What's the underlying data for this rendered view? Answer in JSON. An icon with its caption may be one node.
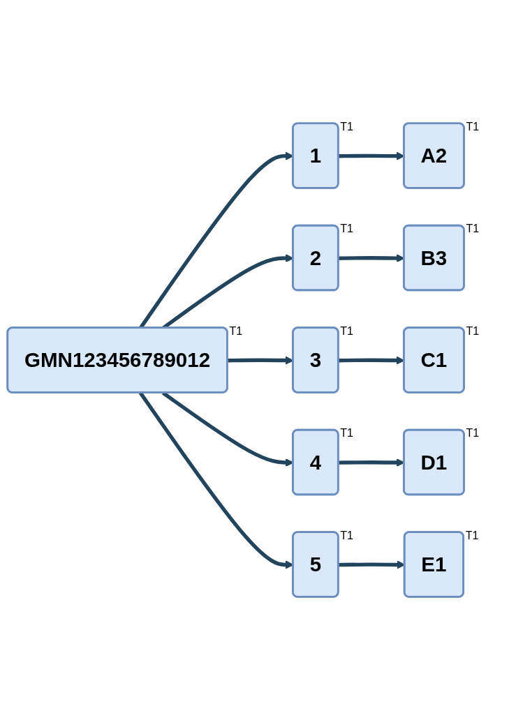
{
  "diagram": {
    "nodes": [
      {
        "text": [
          "GMN123456789012"
        ],
        "beside": [
          "T1"
        ]
      },
      {
        "text": [
          "1"
        ],
        "beside": [
          "T1"
        ]
      },
      {
        "text": [
          "A2"
        ],
        "beside": [
          "T1"
        ]
      },
      {
        "text": [
          "2"
        ],
        "beside": [
          "T1"
        ]
      },
      {
        "text": [
          "B3"
        ],
        "beside": [
          "T1"
        ]
      },
      {
        "text": [
          "3"
        ],
        "beside": [
          "T1"
        ]
      },
      {
        "text": [
          "C1"
        ],
        "beside": [
          "T1"
        ]
      },
      {
        "text": [
          "4"
        ],
        "beside": [
          "T1"
        ]
      },
      {
        "text": [
          "D1"
        ],
        "beside": [
          "T1"
        ]
      },
      {
        "text": [
          "5"
        ],
        "beside": [
          "T1"
        ]
      },
      {
        "text": [
          "E1"
        ],
        "beside": [
          "T1"
        ]
      }
    ],
    "edges": [
      {
        "from": 0,
        "to": 1,
        "arrow": "to"
      },
      {
        "from": 1,
        "to": 2,
        "arrow": "to"
      },
      {
        "from": 0,
        "to": 3,
        "arrow": "to"
      },
      {
        "from": 3,
        "to": 4,
        "arrow": "to"
      },
      {
        "from": 0,
        "to": 5,
        "arrow": "to"
      },
      {
        "from": 5,
        "to": 6,
        "arrow": "to"
      },
      {
        "from": 0,
        "to": 7,
        "arrow": "to"
      },
      {
        "from": 7,
        "to": 8,
        "arrow": "to"
      },
      {
        "from": 0,
        "to": 9,
        "arrow": "to"
      },
      {
        "from": 9,
        "to": 10,
        "arrow": "to"
      }
    ]
  }
}
